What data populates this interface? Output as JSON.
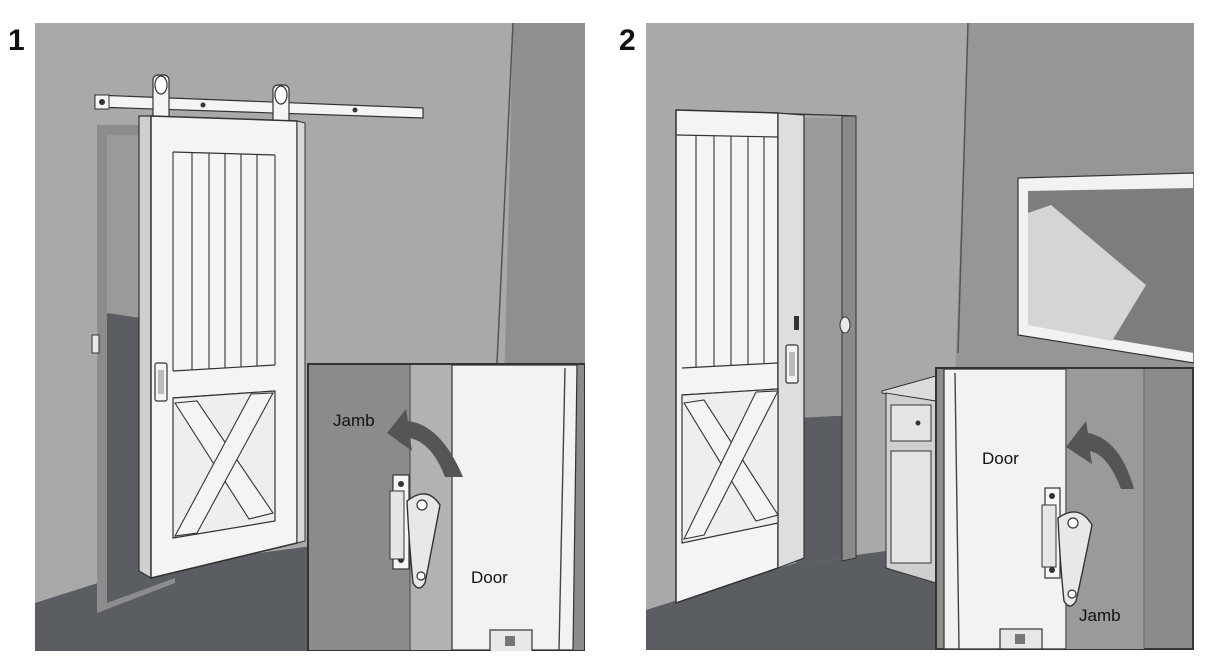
{
  "steps": [
    {
      "number": "1",
      "labels": {
        "jamb": "Jamb",
        "door": "Door"
      }
    },
    {
      "number": "2",
      "labels": {
        "jamb": "Jamb",
        "door": "Door"
      }
    }
  ]
}
